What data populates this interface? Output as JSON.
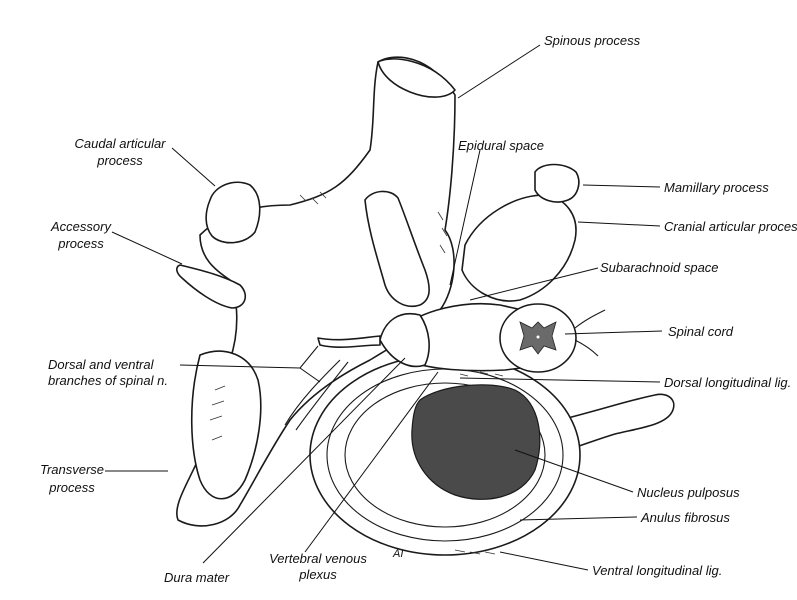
{
  "figure": {
    "labels": {
      "spinous_process": "Spinous process",
      "caudal_articular_1": "Caudal articular",
      "caudal_articular_2": "process",
      "epidural_space": "Epidural space",
      "mamillary_process": "Mamillary process",
      "cranial_articular_process": "Cranial articular process",
      "accessory_1": "Accessory",
      "accessory_2": "process",
      "subarachnoid_space": "Subarachnoid space",
      "spinal_cord": "Spinal cord",
      "dorsal_ventral_1": "Dorsal and ventral",
      "dorsal_ventral_2": "branches of spinal n.",
      "dorsal_longitudinal_lig": "Dorsal longitudinal lig.",
      "transverse_1": "Transverse",
      "transverse_2": "process",
      "nucleus_pulposus": "Nucleus pulposus",
      "anulus_fibrosus": "Anulus fibrosus",
      "vertebral_venous_1": "Vertebral venous",
      "vertebral_venous_2": "plexus",
      "dura_mater": "Dura mater",
      "ventral_longitudinal_lig": "Ventral longitudinal lig.",
      "artist_initials": "AI"
    },
    "colors": {
      "line": "#1a1a1a",
      "nucleus_fill": "#4a4a4a",
      "gray_matter": "#6a6a6a",
      "background": "#ffffff"
    }
  }
}
